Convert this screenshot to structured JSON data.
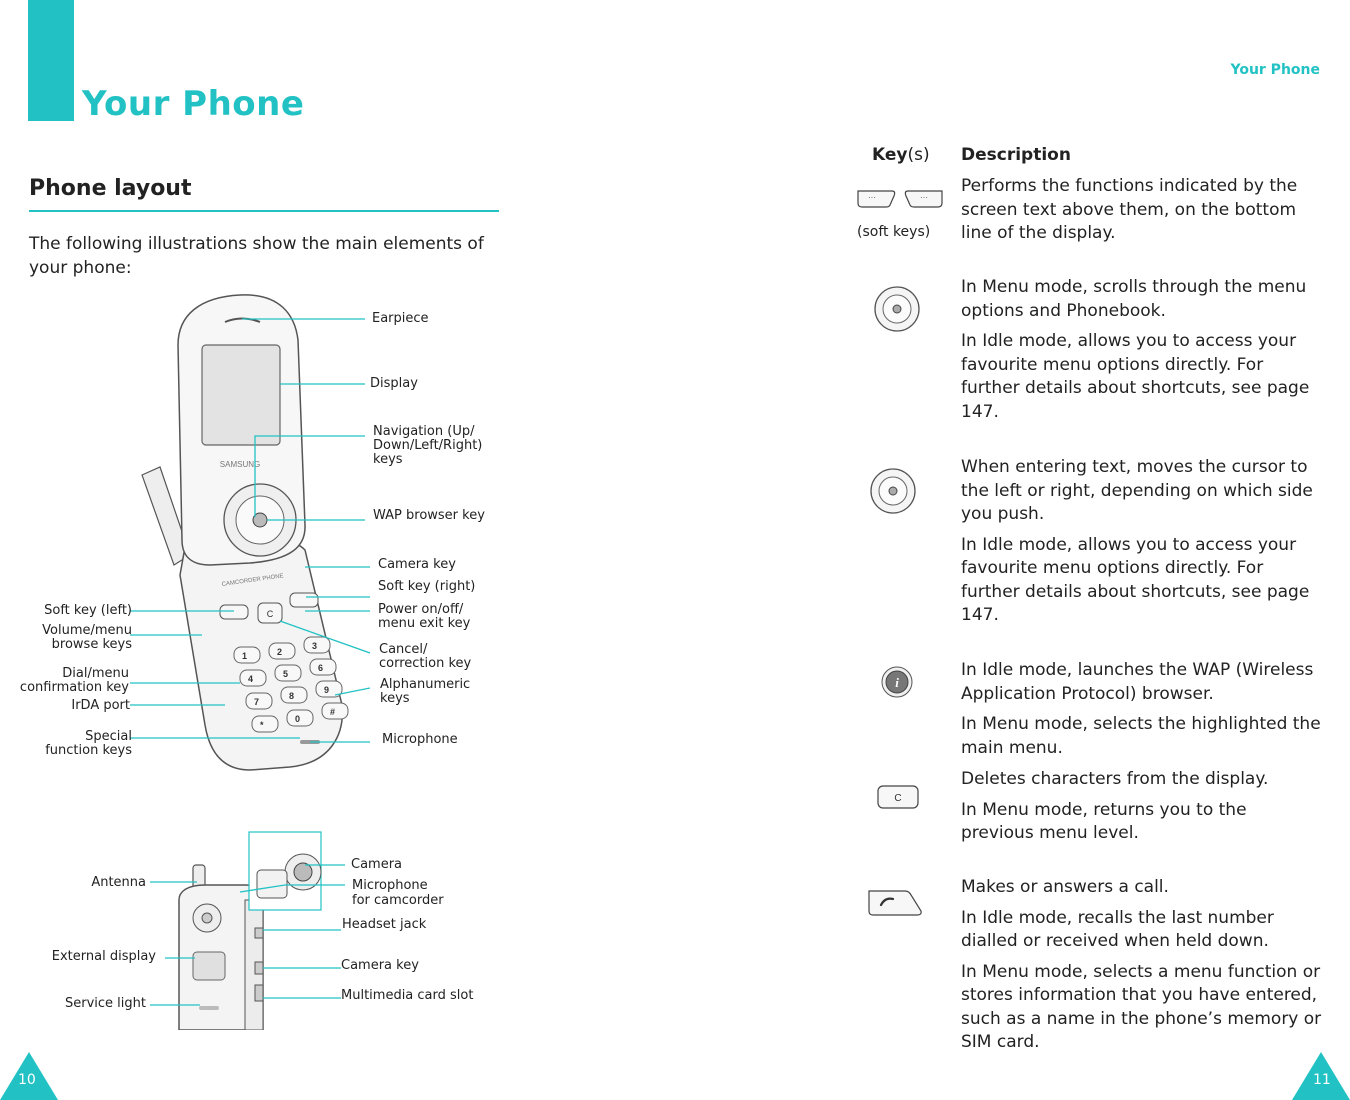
{
  "left_page": {
    "title": "Your Phone",
    "section": "Phone layout",
    "intro": "The following illustrations show the main elements of your phone:",
    "front_labels_right": {
      "earpiece": "Earpiece",
      "display": "Display",
      "nav_l1": "Navigation (Up/",
      "nav_l2": "Down/Left/Right)",
      "nav_l3": "keys",
      "wap": "WAP browser key",
      "camera_key": "Camera key",
      "soft_right": "Soft key (right)",
      "power_l1": "Power on/off/",
      "power_l2": "menu exit key",
      "cancel_l1": "Cancel/",
      "cancel_l2": "correction key",
      "alpha_l1": "Alphanumeric",
      "alpha_l2": "keys",
      "microphone": "Microphone"
    },
    "front_labels_left": {
      "soft_left": "Soft key (left)",
      "volume_l1": "Volume/menu",
      "volume_l2": "browse keys",
      "dial_l1": "Dial/menu",
      "dial_l2": "confirmation key",
      "irda": "IrDA port",
      "special_l1": "Special",
      "special_l2": "function keys"
    },
    "back_labels": {
      "antenna": "Antenna",
      "external_display": "External display",
      "service_light": "Service light",
      "camera": "Camera",
      "mic_cam_l1": "Microphone",
      "mic_cam_l2": "for camcorder",
      "headset": "Headset jack",
      "camera_key": "Camera key",
      "mmc": "Multimedia card slot"
    },
    "phone_text": {
      "brand": "SAMSUNG",
      "camcorder": "CAMCORDER PHONE",
      "keypad": [
        "1",
        "2",
        "3",
        "4",
        "5",
        "6",
        "7",
        "8",
        "9",
        "*",
        "0",
        "#"
      ],
      "c_key": "C"
    },
    "page_number": "10"
  },
  "right_page": {
    "running_header": "Your Phone",
    "col_key_bold": "Key",
    "col_key_suffix": "(s)",
    "col_desc": "Description",
    "soft_keys_label": "(soft keys)",
    "rows": [
      {
        "icon": "soft-keys-icon",
        "paras": [
          "Performs the functions indicated by the screen text above them, on the bottom line of the display."
        ]
      },
      {
        "icon": "navigation-key-icon",
        "paras": [
          "In Menu mode, scrolls through the menu options and Phonebook.",
          "In Idle mode, allows you to access your favourite menu options directly. For further details about shortcuts, see page 147."
        ]
      },
      {
        "icon": "navigation-key-icon",
        "paras": [
          "When entering text, moves the cursor to the left or right, depending on which side you push.",
          "In Idle mode, allows you to access your favourite menu options directly. For further details about shortcuts, see page 147."
        ]
      },
      {
        "icon": "wap-key-icon",
        "paras": [
          "In Idle mode, launches the WAP (Wireless Application Protocol) browser.",
          "In Menu mode, selects the highlighted the main menu."
        ]
      },
      {
        "icon": "cancel-key-icon",
        "key_text": "C",
        "paras": [
          "Deletes characters from the display.",
          "In Menu mode, returns you to the previous menu level."
        ]
      },
      {
        "icon": "dial-key-icon",
        "paras": [
          "Makes or answers a call.",
          "In Idle mode, recalls the last number dialled or received when held down.",
          "In Menu mode, selects a menu function or stores information that you have entered, such as a name in the phone’s memory or SIM card."
        ]
      }
    ],
    "page_number": "11"
  },
  "colors": {
    "accent": "#22c2c4",
    "text": "#222222"
  }
}
